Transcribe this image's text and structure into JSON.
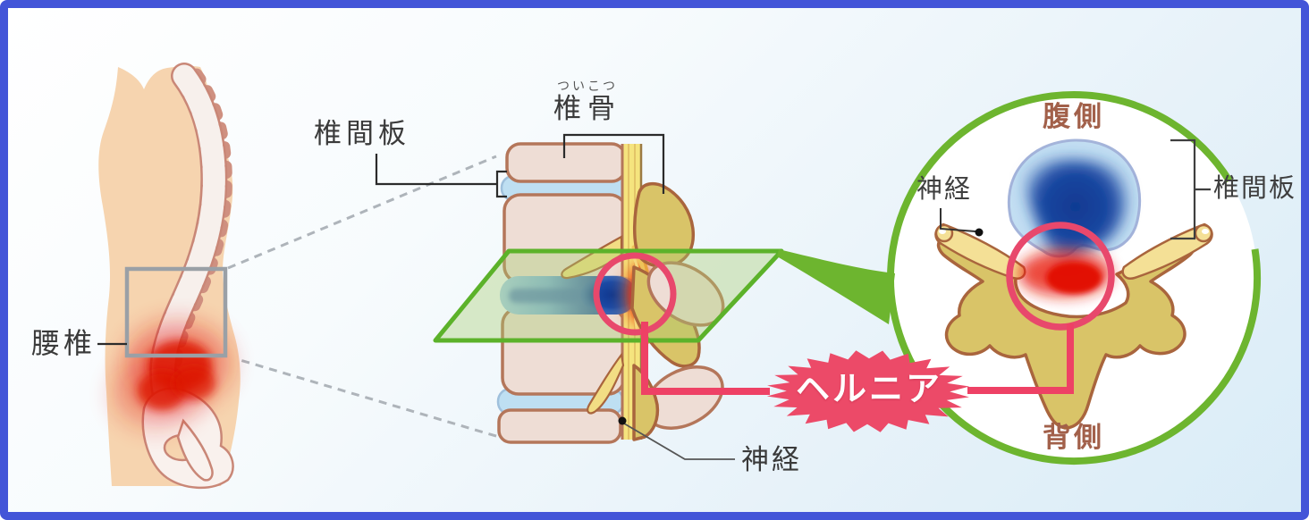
{
  "illustration": {
    "subject": "lumbar-disc-herniation-diagram",
    "body_panel": {
      "label_lumbar": "腰椎"
    },
    "spine_panel": {
      "label_disc": "椎間板",
      "label_vertebra_furigana": "ついこつ",
      "label_vertebra": "椎骨",
      "label_nerve": "神経"
    },
    "cross_section_panel": {
      "label_ventral": "腹側",
      "label_nerve": "神経",
      "label_disc": "椎間板",
      "label_dorsal": "背側"
    },
    "callout": {
      "label": "ヘルニア"
    }
  },
  "colors": {
    "frame_border": "#4355d8",
    "background_tint": "#d9ecf7",
    "skin": "#f6d4af",
    "bone_outline": "#b4765a",
    "disc_blue": "#bedff2",
    "hernia_blue": "#16409c",
    "pain_red": "#dd1406",
    "nerve_yellow": "#f5e47e",
    "posterior_bone_tan": "#d9c468",
    "section_green": "#5cb22a",
    "marker_pink": "#e8486c",
    "callout_pink": "#ec4a68",
    "side_label_brown": "#a2604a"
  }
}
